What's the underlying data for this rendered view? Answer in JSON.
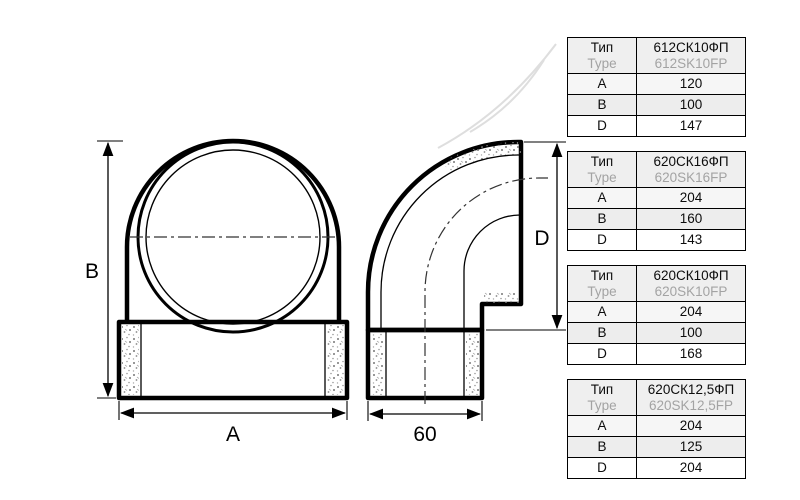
{
  "drawing": {
    "dim_a": "A",
    "dim_b": "B",
    "dim_d": "D",
    "dim_60": "60"
  },
  "tables": [
    {
      "type_label_ru": "Тип",
      "type_label_en": "Type",
      "code_ru": "612СК10ФП",
      "code_en": "612SK10FP",
      "rows": [
        {
          "param": "A",
          "value": "120"
        },
        {
          "param": "B",
          "value": "100"
        },
        {
          "param": "D",
          "value": "147"
        }
      ]
    },
    {
      "type_label_ru": "Тип",
      "type_label_en": "Type",
      "code_ru": "620СК16ФП",
      "code_en": "620SK16FP",
      "rows": [
        {
          "param": "A",
          "value": "204"
        },
        {
          "param": "B",
          "value": "160"
        },
        {
          "param": "D",
          "value": "143"
        }
      ]
    },
    {
      "type_label_ru": "Тип",
      "type_label_en": "Type",
      "code_ru": "620СК10ФП",
      "code_en": "620SK10FP",
      "rows": [
        {
          "param": "A",
          "value": "204"
        },
        {
          "param": "B",
          "value": "100"
        },
        {
          "param": "D",
          "value": "168"
        }
      ]
    },
    {
      "type_label_ru": "Тип",
      "type_label_en": "Type",
      "code_ru": "620СК12,5ФП",
      "code_en": "620SK12,5FP",
      "rows": [
        {
          "param": "A",
          "value": "204"
        },
        {
          "param": "B",
          "value": "125"
        },
        {
          "param": "D",
          "value": "204"
        }
      ]
    }
  ]
}
